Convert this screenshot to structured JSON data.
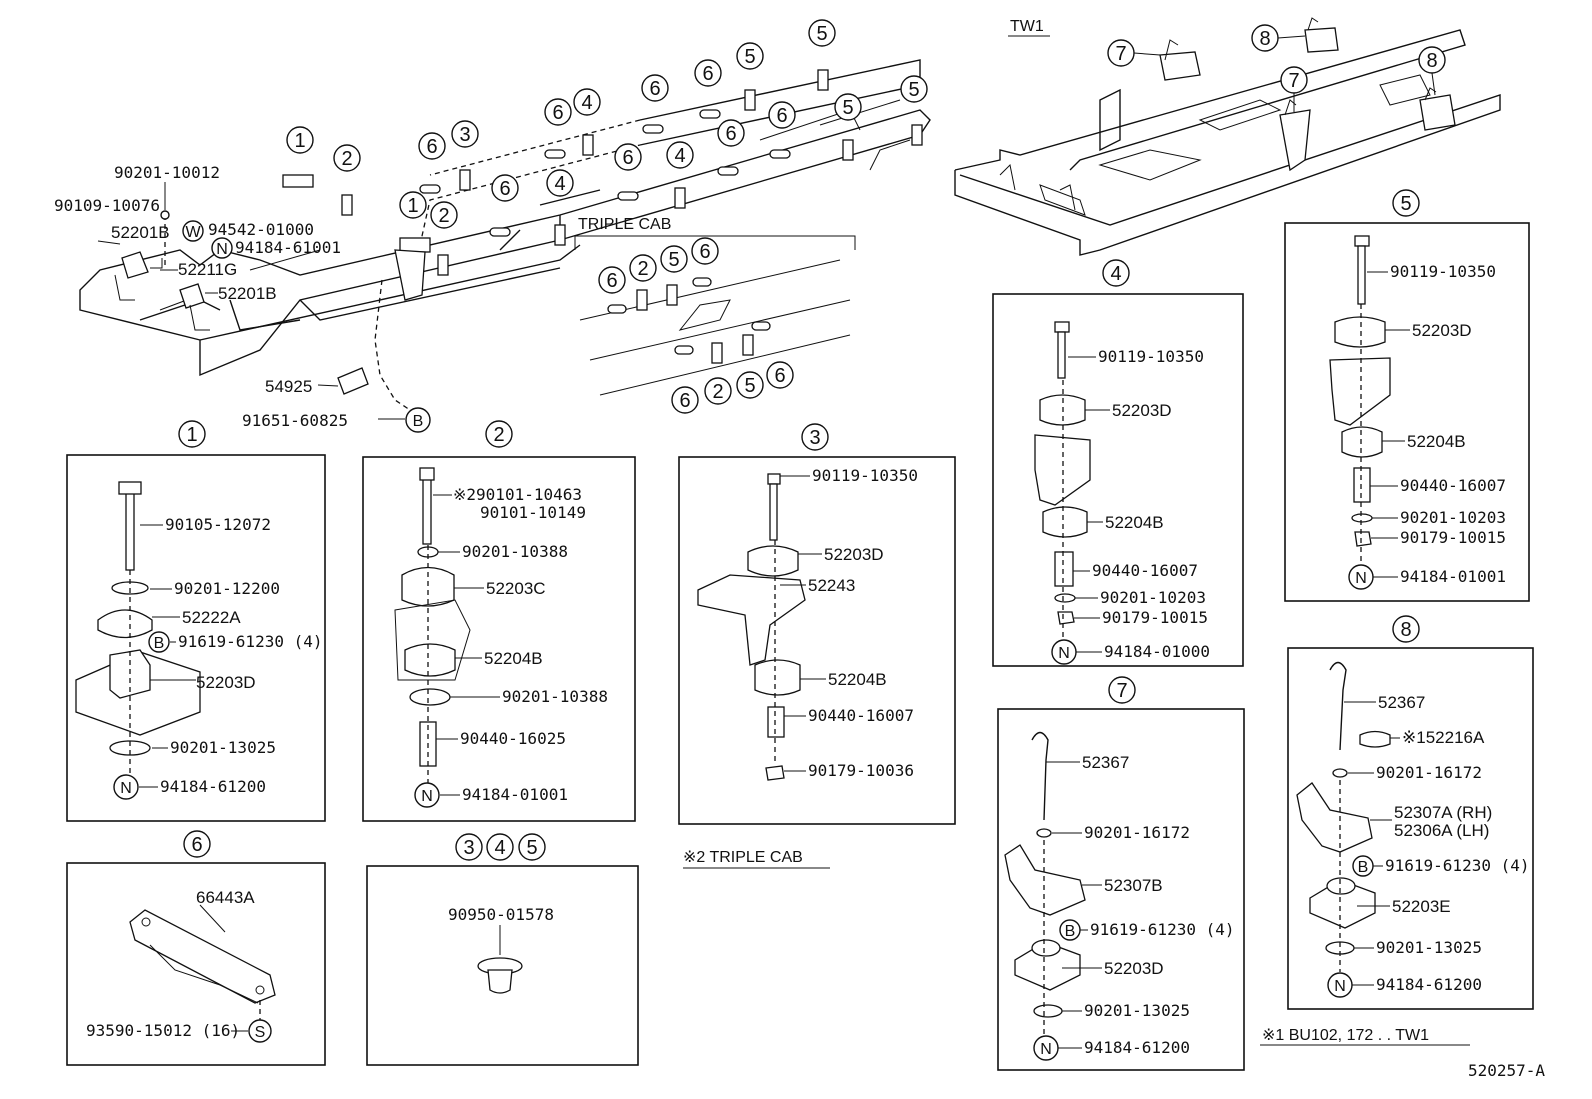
{
  "drawing": {
    "doc_number": "520257-A",
    "tw1_label": "TW1",
    "triple_cab_label": "TRIPLE CAB",
    "note_triple_cab": "※2 TRIPLE CAB",
    "note_bu": "※1 BU102, 172 . . TW1"
  },
  "callouts": {
    "c1": "1",
    "c2": "2",
    "c3": "3",
    "c4": "4",
    "c5": "5",
    "c6": "6",
    "c7": "7",
    "c8": "8",
    "b": "B",
    "n": "N",
    "w": "W",
    "s": "S"
  },
  "overview_parts": [
    "90201-10012",
    "90109-10076",
    "52201B",
    "94542-01000",
    "94184-61001",
    "52211G",
    "52201B",
    "54925",
    "91651-60825"
  ],
  "detail_1": [
    "90105-12072",
    "90201-12200",
    "52222A",
    "91619-61230 (4)",
    "52203D",
    "90201-13025",
    "94184-61200"
  ],
  "detail_2": [
    "※290101-10463",
    "90101-10149",
    "90201-10388",
    "52203C",
    "52204B",
    "90201-10388",
    "90440-16025",
    "94184-01001"
  ],
  "detail_3": [
    "90119-10350",
    "52203D",
    "52243",
    "52204B",
    "90440-16007",
    "90179-10036"
  ],
  "detail_4": [
    "90119-10350",
    "52203D",
    "52204B",
    "90440-16007",
    "90201-10203",
    "90179-10015",
    "94184-01000"
  ],
  "detail_5": [
    "90119-10350",
    "52203D",
    "52204B",
    "90440-16007",
    "90201-10203",
    "90179-10015",
    "94184-01001"
  ],
  "detail_6": [
    "66443A",
    "93590-15012 (16)"
  ],
  "detail_345": [
    "90950-01578"
  ],
  "detail_7": [
    "52367",
    "90201-16172",
    "52307B",
    "91619-61230 (4)",
    "52203D",
    "90201-13025",
    "94184-61200"
  ],
  "detail_8": [
    "52367",
    "※152216A",
    "90201-16172",
    "52307A (RH)",
    "52306A (LH)",
    "91619-61230 (4)",
    "52203E",
    "90201-13025",
    "94184-61200"
  ]
}
